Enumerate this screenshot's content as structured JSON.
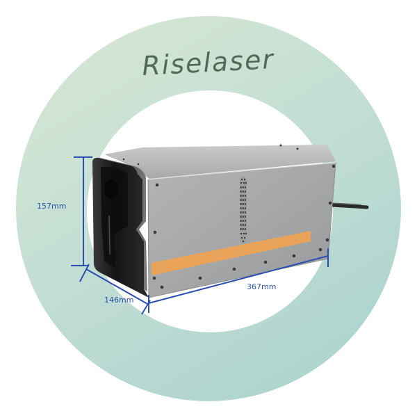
{
  "brand": {
    "title": "Riselaser"
  },
  "product": {
    "name": "laser device enclosure",
    "accent_stripe_color": "#e9a45a",
    "body_color": "#a9aaac",
    "end_cap_color": "#1b1b1d"
  },
  "dimensions": {
    "height_label": "157mm",
    "depth_label": "146mm",
    "length_label": "367mm",
    "line_color": "#2a4fb0"
  },
  "background": {
    "ring_color_top": "#d6e6d2",
    "ring_color_bottom": "#b0d6d0",
    "inner_color": "#ffffff"
  }
}
